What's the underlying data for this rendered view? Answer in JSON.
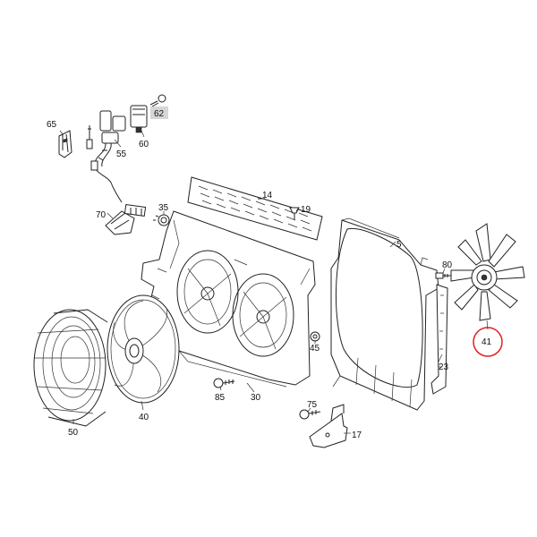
{
  "labels": {
    "p65": "65",
    "p62": "62",
    "p60": "60",
    "p55": "55",
    "p70": "70",
    "p35": "35",
    "p14": "14",
    "p19": "19",
    "p5": "5",
    "p80": "80",
    "p41": "41",
    "p23": "23",
    "p45": "45",
    "p85": "85",
    "p30": "30",
    "p75": "75",
    "p17": "17",
    "p40": "40",
    "p50": "50"
  },
  "colors": {
    "line": "#222222",
    "highlight_box": "#d6d6d6",
    "highlight_circle": "#e02020"
  }
}
